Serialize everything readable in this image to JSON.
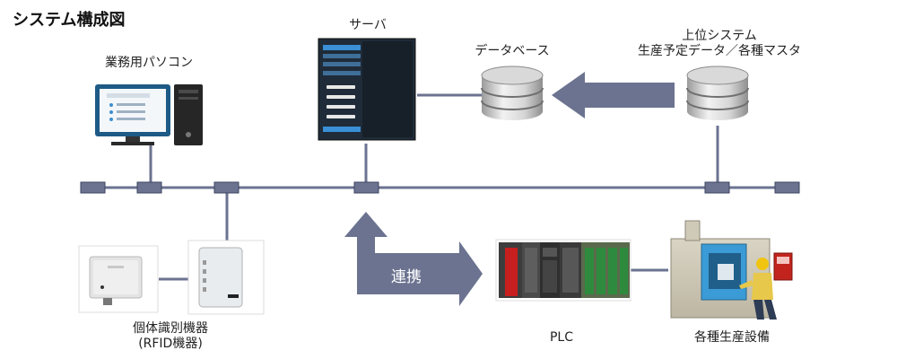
{
  "title": "システム構成図",
  "nodes": {
    "pc": {
      "label": "業務用パソコン",
      "icon": "desktop-pc-icon"
    },
    "server": {
      "label": "サーバ",
      "icon": "server-rack-icon"
    },
    "database": {
      "label": "データベース",
      "icon": "database-icon"
    },
    "upper_system": {
      "line1": "上位システム",
      "line2": "生産予定データ／各種マスタ",
      "icon": "database-icon"
    },
    "rfid": {
      "line1": "個体識別機器",
      "line2": "(RFID機器)",
      "icon": "rfid-reader-icon"
    },
    "plc": {
      "label": "PLC",
      "icon": "plc-icon"
    },
    "equipment": {
      "label": "各種生産設備",
      "icon": "machine-tool-icon"
    }
  },
  "links": {
    "coordination_label": "連携"
  },
  "colors": {
    "network": "#6b7390",
    "arrow": "#6b7390",
    "node_box": "#6b7390"
  }
}
